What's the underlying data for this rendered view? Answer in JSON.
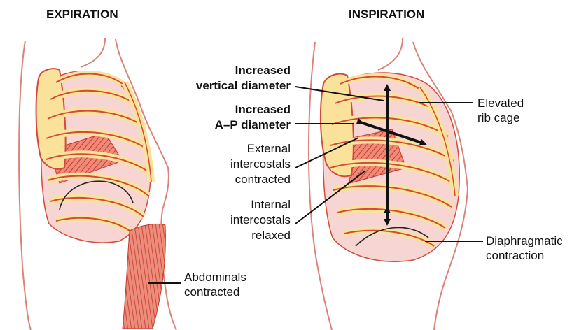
{
  "panels": {
    "left_title": "EXPIRATION",
    "right_title": "INSPIRATION"
  },
  "labels": {
    "increased_vertical": [
      "Increased",
      "vertical diameter"
    ],
    "increased_ap": [
      "Increased",
      "A–P diameter"
    ],
    "external_intercostals": [
      "External",
      "intercostals",
      "contracted"
    ],
    "internal_intercostals": [
      "Internal",
      "intercostals",
      "relaxed"
    ],
    "elevated_rib_cage": [
      "Elevated",
      "rib cage"
    ],
    "diaphragmatic_contraction": [
      "Diaphragmatic",
      "contraction"
    ],
    "abdominals_contracted": [
      "Abdominals",
      "contracted"
    ]
  },
  "colors": {
    "bone_fill": "#fbe29a",
    "bone_stroke": "#d14a3a",
    "lung_fill": "#f6d5d2",
    "muscle_fill": "#e2604d",
    "body_outline": "#d9837a",
    "arrow": "#111111"
  }
}
